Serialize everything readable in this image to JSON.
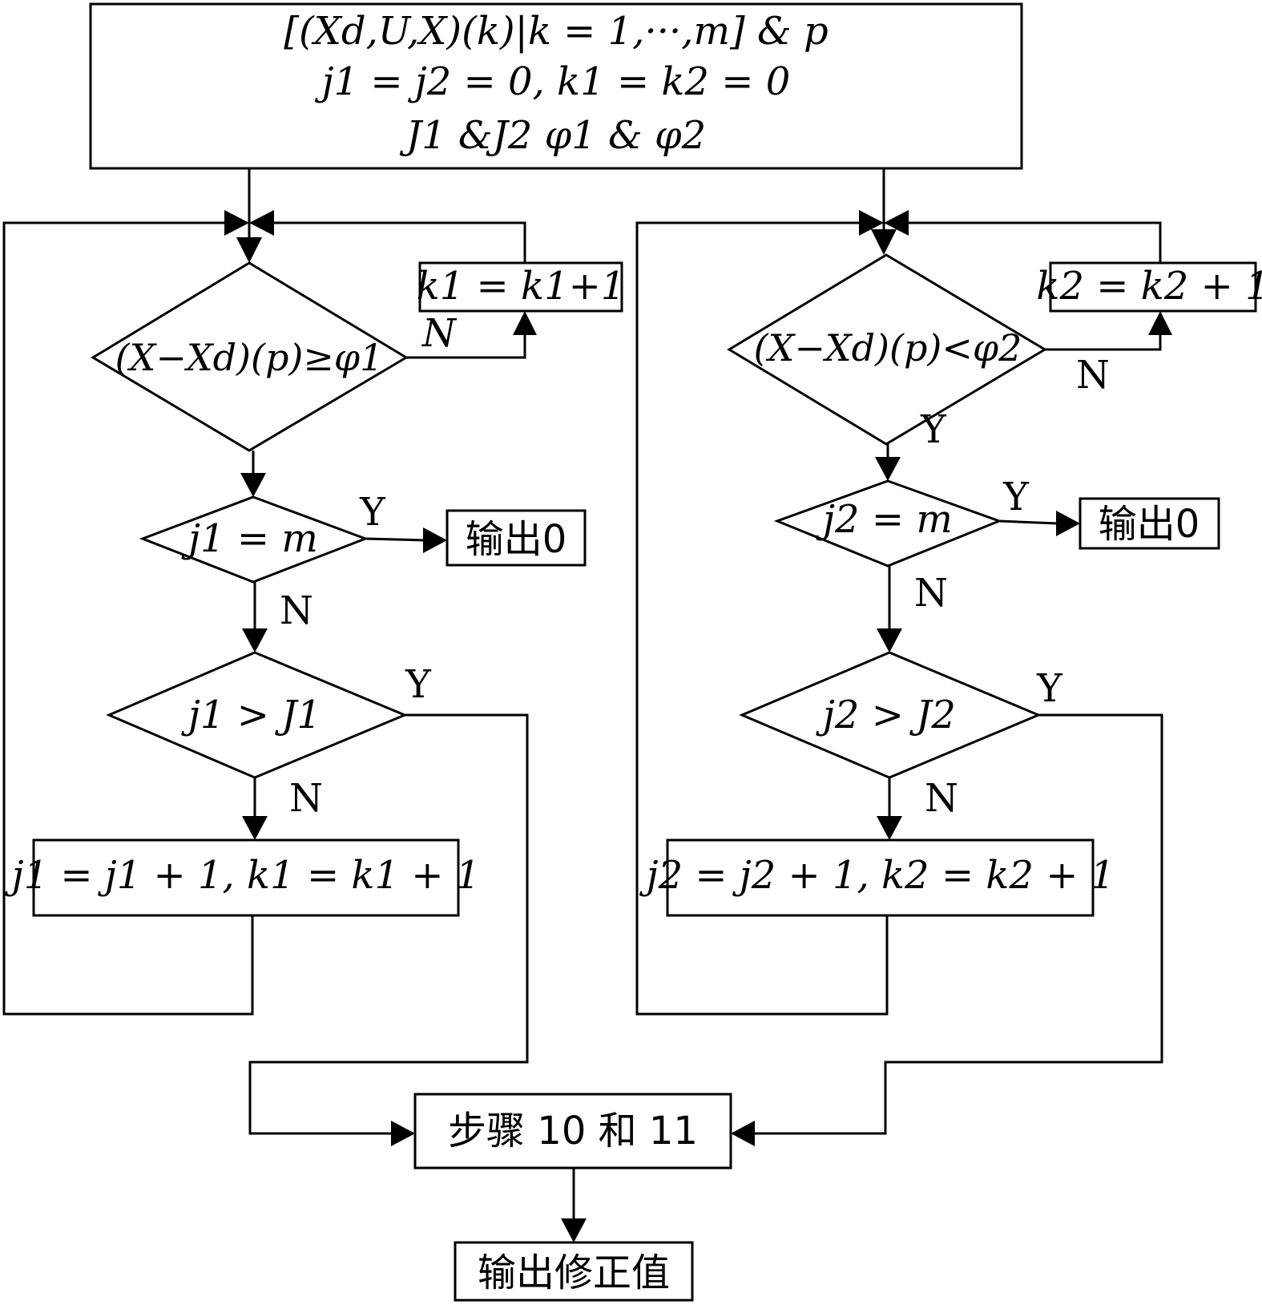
{
  "start_box": {
    "line1": "[(Xd,U,X)(k)|k = 1,···,m] & p",
    "line2": "j1 = j2 = 0, k1 = k2 = 0",
    "line3": "J1 &J2 φ1 & φ2"
  },
  "left_branch": {
    "counter_box": "k1 = k1+1",
    "cond1": "(X−Xd)(p)≥φ1",
    "cond1_no": "N",
    "cond2": "j1 = m",
    "cond2_yes": "Y",
    "cond2_no": "N",
    "output_zero": "输出0",
    "cond3": "j1 > J1",
    "cond3_yes": "Y",
    "cond3_no": "N",
    "update_box": "j1 = j1 + 1, k1 = k1 + 1"
  },
  "right_branch": {
    "counter_box": "k2 = k2 + 1",
    "cond1": "(X−Xd)(p)<φ2",
    "cond1_yes": "Y",
    "cond1_no": "N",
    "cond2": "j2 = m",
    "cond2_yes": "Y",
    "cond2_no": "N",
    "output_zero": "输出0",
    "cond3": "j2 > J2",
    "cond3_yes": "Y",
    "cond3_no": "N",
    "update_box": "j2 = j2 + 1, k2 = k2 + 1"
  },
  "steps_box": "步骤 10 和 11",
  "final_box": "输出修正值"
}
